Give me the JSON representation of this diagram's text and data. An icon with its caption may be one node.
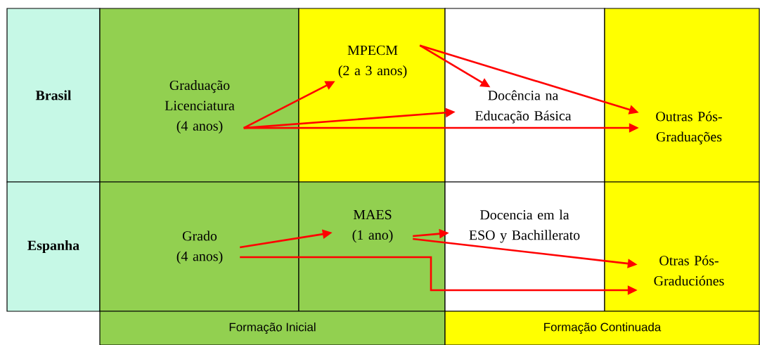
{
  "diagram": {
    "nodes": [
      {
        "text": [
          "Graduação Licenciatura",
          "(4 anos)"
        ]
      },
      {
        "text": [
          "MPECM",
          "(2 a 3 anos)"
        ]
      },
      {
        "text": [
          "Docência na Educação Básica"
        ]
      },
      {
        "text": [
          "Outras Pós-Graduações"
        ]
      },
      {
        "text": [
          "Grado",
          "(4 anos)"
        ]
      },
      {
        "text": [
          "MAES",
          "(1 ano)"
        ]
      },
      {
        "text": [
          "Docencia em la ESO y Bachillerato"
        ]
      },
      {
        "text": [
          "Otras Pós-Graduciónes"
        ]
      }
    ],
    "edges": [
      {
        "from": 0,
        "to": 1,
        "arrow": "to"
      },
      {
        "from": 0,
        "to": 2,
        "arrow": "to"
      },
      {
        "from": 0,
        "to": 3,
        "arrow": "to"
      },
      {
        "from": 1,
        "to": 2,
        "arrow": "to"
      },
      {
        "from": 1,
        "to": 3,
        "arrow": "to"
      },
      {
        "from": 4,
        "to": 5,
        "arrow": "to"
      },
      {
        "from": 4,
        "to": 7,
        "arrow": "to"
      },
      {
        "from": 5,
        "to": 6,
        "arrow": "to"
      },
      {
        "from": 5,
        "to": 7,
        "arrow": "to"
      }
    ],
    "labels": [
      "Brasil",
      "Espanha",
      "Formação Inicial",
      "Formação Continuada"
    ]
  }
}
